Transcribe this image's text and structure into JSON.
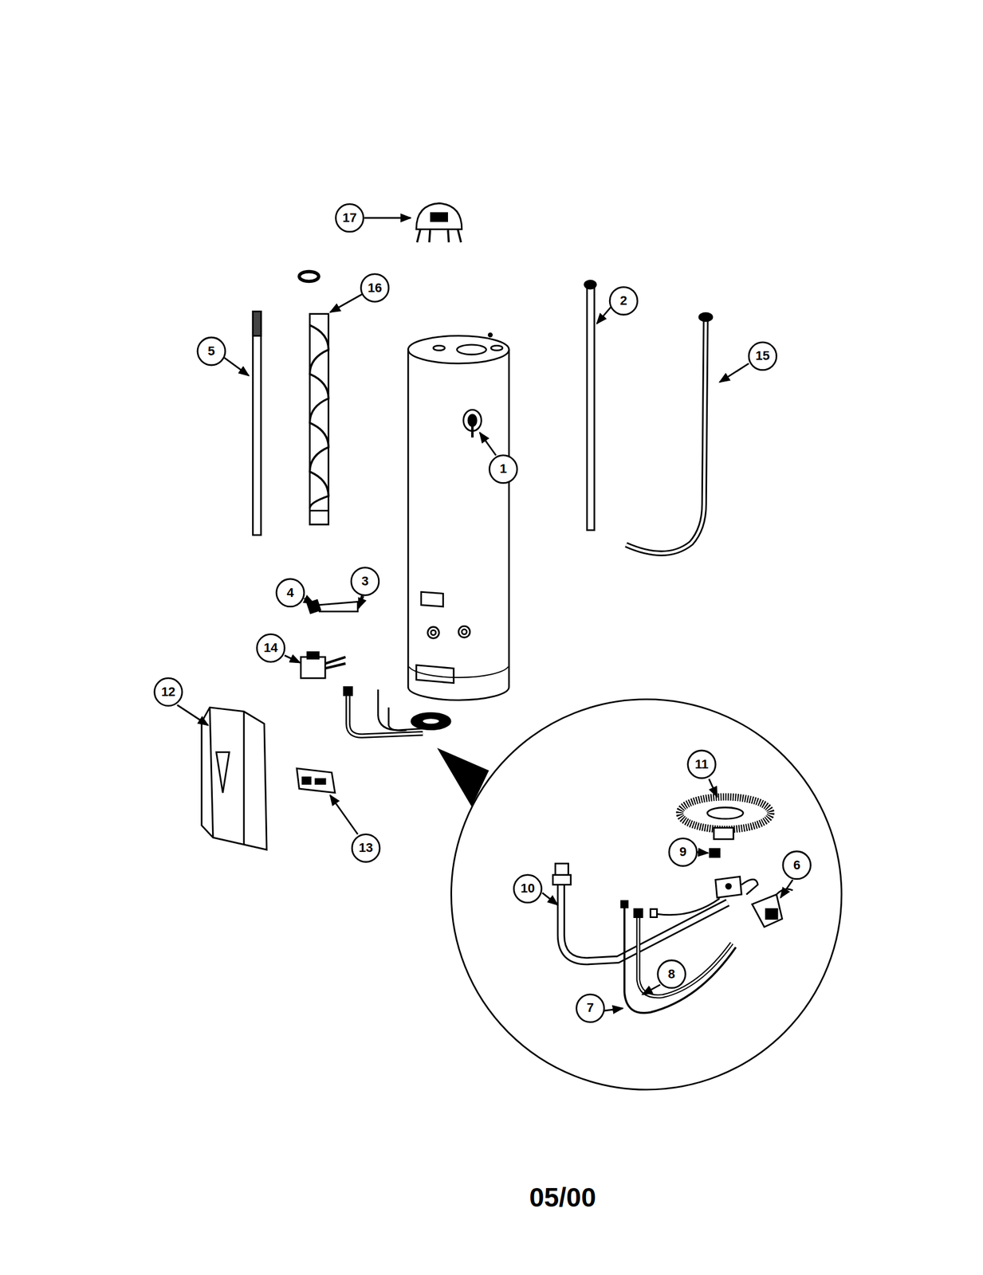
{
  "diagram": {
    "labels": [
      "17",
      "16",
      "2",
      "5",
      "15",
      "1",
      "3",
      "4",
      "14",
      "12",
      "11",
      "13",
      "9",
      "6",
      "10",
      "8",
      "7",
      "05/00"
    ]
  }
}
